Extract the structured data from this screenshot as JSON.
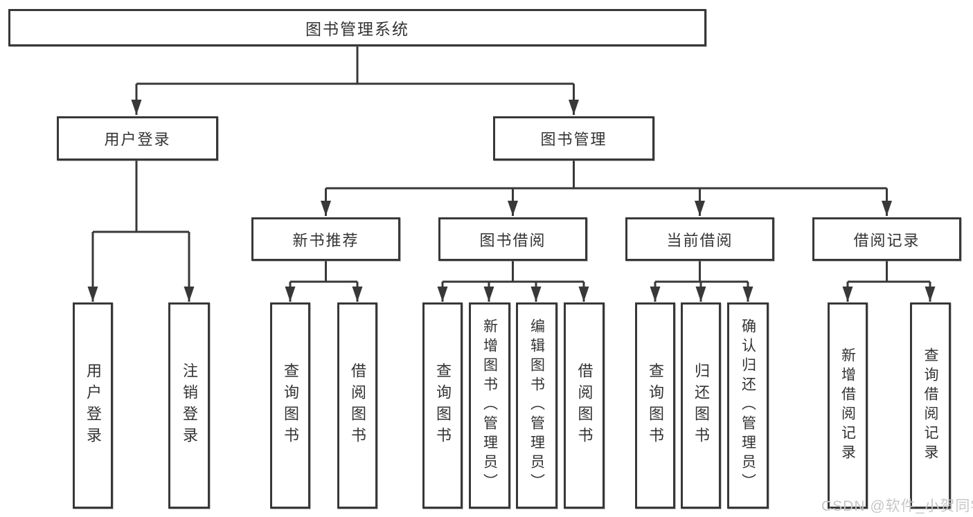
{
  "diagram": {
    "root": "图书管理系统",
    "level2": {
      "user_login": "用户登录",
      "book_management": "图书管理"
    },
    "level3": {
      "new_book_recommend": "新书推荐",
      "book_borrow": "图书借阅",
      "current_borrow": "当前借阅",
      "borrow_record": "借阅记录"
    },
    "leaves": {
      "user_login": [
        "用户登录",
        "注销登录"
      ],
      "new_book_recommend": [
        "查询图书",
        "借阅图书"
      ],
      "book_borrow": [
        "查询图书",
        "新增图书（管理员）",
        "编辑图书（管理员）",
        "借阅图书"
      ],
      "current_borrow": [
        "查询图书",
        "归还图书",
        "确认归还（管理员）"
      ],
      "borrow_record": [
        "新增借阅记录",
        "查询借阅记录"
      ]
    }
  },
  "watermark": "CSDN @软件_小贺同学",
  "colors": {
    "line": "#383838",
    "text": "#333333",
    "watermark": "#c6c6c6",
    "background": "#ffffff"
  }
}
